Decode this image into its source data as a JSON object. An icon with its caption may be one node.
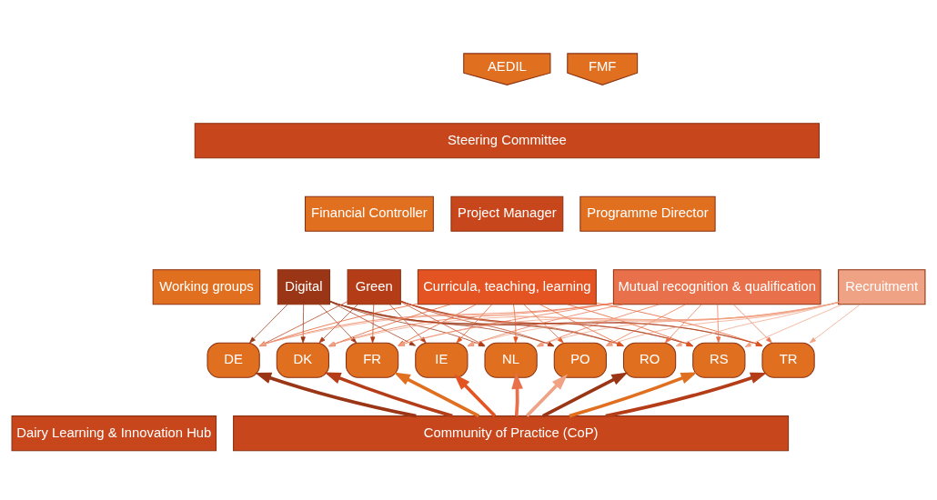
{
  "diagram": {
    "nodes": [
      {
        "text": [
          "AEDIL"
        ]
      },
      {
        "text": [
          "FMF"
        ]
      },
      {
        "text": [
          "Steering Committee"
        ]
      },
      {
        "text": [
          "Financial Controller"
        ]
      },
      {
        "text": [
          "Project Manager"
        ]
      },
      {
        "text": [
          "Programme Director"
        ]
      },
      {
        "text": [
          "Working groups"
        ]
      },
      {
        "text": [
          "Digital"
        ]
      },
      {
        "text": [
          "Green"
        ]
      },
      {
        "text": [
          "Curricula, teaching, learning"
        ]
      },
      {
        "text": [
          "Mutual recognition & qualification"
        ]
      },
      {
        "text": [
          "Recruitment"
        ]
      },
      {
        "text": [
          "DE"
        ]
      },
      {
        "text": [
          "DK"
        ]
      },
      {
        "text": [
          "FR"
        ]
      },
      {
        "text": [
          "IE"
        ]
      },
      {
        "text": [
          "NL"
        ]
      },
      {
        "text": [
          "PO"
        ]
      },
      {
        "text": [
          "RO"
        ]
      },
      {
        "text": [
          "RS"
        ]
      },
      {
        "text": [
          "TR"
        ]
      },
      {
        "text": [
          "Dairy Learning & Innovation Hub"
        ]
      },
      {
        "text": [
          "Community of Practice (CoP)"
        ]
      }
    ],
    "edges": [
      {
        "from": 7,
        "to": 12,
        "arrow": "to",
        "color": "#9a3515"
      },
      {
        "from": 7,
        "to": 13,
        "arrow": "to",
        "color": "#9a3515"
      },
      {
        "from": 7,
        "to": 14,
        "arrow": "to",
        "color": "#9a3515"
      },
      {
        "from": 7,
        "to": 15,
        "arrow": "to",
        "color": "#9a3515"
      },
      {
        "from": 7,
        "to": 16,
        "arrow": "to",
        "color": "#9a3515"
      },
      {
        "from": 7,
        "to": 17,
        "arrow": "to",
        "color": "#9a3515"
      },
      {
        "from": 7,
        "to": 18,
        "arrow": "to",
        "color": "#9a3515"
      },
      {
        "from": 7,
        "to": 19,
        "arrow": "to",
        "color": "#9a3515"
      },
      {
        "from": 7,
        "to": 20,
        "arrow": "to",
        "color": "#9a3515"
      },
      {
        "from": 8,
        "to": 12,
        "arrow": "to",
        "color": "#b43d18"
      },
      {
        "from": 8,
        "to": 13,
        "arrow": "to",
        "color": "#b43d18"
      },
      {
        "from": 8,
        "to": 14,
        "arrow": "to",
        "color": "#b43d18"
      },
      {
        "from": 8,
        "to": 15,
        "arrow": "to",
        "color": "#b43d18"
      },
      {
        "from": 8,
        "to": 16,
        "arrow": "to",
        "color": "#b43d18"
      },
      {
        "from": 8,
        "to": 17,
        "arrow": "to",
        "color": "#b43d18"
      },
      {
        "from": 8,
        "to": 18,
        "arrow": "to",
        "color": "#b43d18"
      },
      {
        "from": 8,
        "to": 19,
        "arrow": "to",
        "color": "#b43d18"
      },
      {
        "from": 8,
        "to": 20,
        "arrow": "to",
        "color": "#b43d18"
      },
      {
        "from": 9,
        "to": 12,
        "arrow": "to",
        "color": "#e35422"
      },
      {
        "from": 9,
        "to": 13,
        "arrow": "to",
        "color": "#e35422"
      },
      {
        "from": 9,
        "to": 14,
        "arrow": "to",
        "color": "#e35422"
      },
      {
        "from": 9,
        "to": 15,
        "arrow": "to",
        "color": "#e35422"
      },
      {
        "from": 9,
        "to": 16,
        "arrow": "to",
        "color": "#e35422"
      },
      {
        "from": 9,
        "to": 17,
        "arrow": "to",
        "color": "#e35422"
      },
      {
        "from": 9,
        "to": 18,
        "arrow": "to",
        "color": "#e35422"
      },
      {
        "from": 9,
        "to": 19,
        "arrow": "to",
        "color": "#e35422"
      },
      {
        "from": 9,
        "to": 20,
        "arrow": "to",
        "color": "#e35422"
      },
      {
        "from": 10,
        "to": 12,
        "arrow": "to",
        "color": "#e8704a"
      },
      {
        "from": 10,
        "to": 13,
        "arrow": "to",
        "color": "#e8704a"
      },
      {
        "from": 10,
        "to": 14,
        "arrow": "to",
        "color": "#e8704a"
      },
      {
        "from": 10,
        "to": 15,
        "arrow": "to",
        "color": "#e8704a"
      },
      {
        "from": 10,
        "to": 16,
        "arrow": "to",
        "color": "#e8704a"
      },
      {
        "from": 10,
        "to": 17,
        "arrow": "to",
        "color": "#e8704a"
      },
      {
        "from": 10,
        "to": 18,
        "arrow": "to",
        "color": "#e8704a"
      },
      {
        "from": 10,
        "to": 19,
        "arrow": "to",
        "color": "#e8704a"
      },
      {
        "from": 10,
        "to": 20,
        "arrow": "to",
        "color": "#e8704a"
      },
      {
        "from": 11,
        "to": 12,
        "arrow": "to",
        "color": "#f0a284"
      },
      {
        "from": 11,
        "to": 13,
        "arrow": "to",
        "color": "#f0a284"
      },
      {
        "from": 11,
        "to": 14,
        "arrow": "to",
        "color": "#f0a284"
      },
      {
        "from": 11,
        "to": 15,
        "arrow": "to",
        "color": "#f0a284"
      },
      {
        "from": 11,
        "to": 16,
        "arrow": "to",
        "color": "#f0a284"
      },
      {
        "from": 11,
        "to": 17,
        "arrow": "to",
        "color": "#f0a284"
      },
      {
        "from": 11,
        "to": 18,
        "arrow": "to",
        "color": "#f0a284"
      },
      {
        "from": 11,
        "to": 19,
        "arrow": "to",
        "color": "#f0a284"
      },
      {
        "from": 11,
        "to": 20,
        "arrow": "to",
        "color": "#f0a284"
      },
      {
        "from": 22,
        "to": 12,
        "arrow": "to",
        "style": "thick",
        "color": "#9a3515"
      },
      {
        "from": 22,
        "to": 13,
        "arrow": "to",
        "style": "thick",
        "color": "#b43d18"
      },
      {
        "from": 22,
        "to": 14,
        "arrow": "to",
        "style": "thick",
        "color": "#e07020"
      },
      {
        "from": 22,
        "to": 15,
        "arrow": "to",
        "style": "thick",
        "color": "#e35422"
      },
      {
        "from": 22,
        "to": 16,
        "arrow": "to",
        "style": "thick",
        "color": "#e8704a"
      },
      {
        "from": 22,
        "to": 17,
        "arrow": "to",
        "style": "thick",
        "color": "#f0a284"
      },
      {
        "from": 22,
        "to": 18,
        "arrow": "to",
        "style": "thick",
        "color": "#9a3515"
      },
      {
        "from": 22,
        "to": 19,
        "arrow": "to",
        "style": "thick",
        "color": "#e07020"
      },
      {
        "from": 22,
        "to": 20,
        "arrow": "to",
        "style": "thick",
        "color": "#b43d18"
      }
    ]
  }
}
